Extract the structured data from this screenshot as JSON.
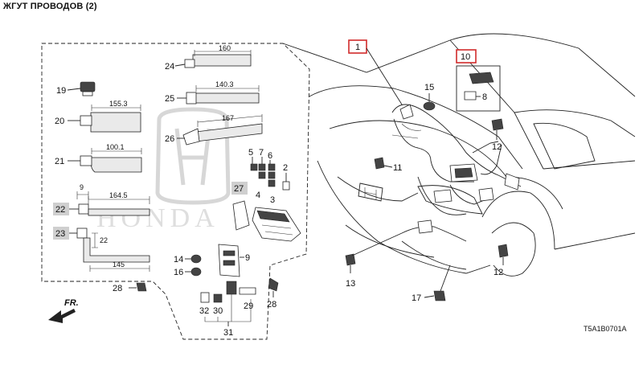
{
  "title": "ЖГУТ ПРОВОДОВ (2)",
  "diagram_code": "T5A1B0701A",
  "front_label": "FR.",
  "watermark_text": "HONDA",
  "callouts": {
    "c1": "1",
    "c2": "2",
    "c3": "3",
    "c4": "4",
    "c5": "5",
    "c6": "6",
    "c7": "7",
    "c8": "8",
    "c9": "9",
    "c10": "10",
    "c11": "11",
    "c12a": "12",
    "c12b": "12",
    "c13": "13",
    "c14": "14",
    "c15": "15",
    "c16": "16",
    "c17": "17",
    "c19": "19",
    "c20": "20",
    "c21": "21",
    "c22": "22",
    "c23": "23",
    "c24": "24",
    "c25": "25",
    "c26": "26",
    "c27": "27",
    "c28a": "28",
    "c28b": "28",
    "c29": "29",
    "c30": "30",
    "c31": "31",
    "c32": "32"
  },
  "dimensions": {
    "d24": "160",
    "d25": "140.3",
    "d20": "155.3",
    "d26": "167",
    "d21": "100.1",
    "d22a": "9",
    "d22b": "164.5",
    "d23a": "22",
    "d23b": "145"
  },
  "colors": {
    "highlight_box": "#d12b2b",
    "gray_label": "#cfcfcf"
  }
}
